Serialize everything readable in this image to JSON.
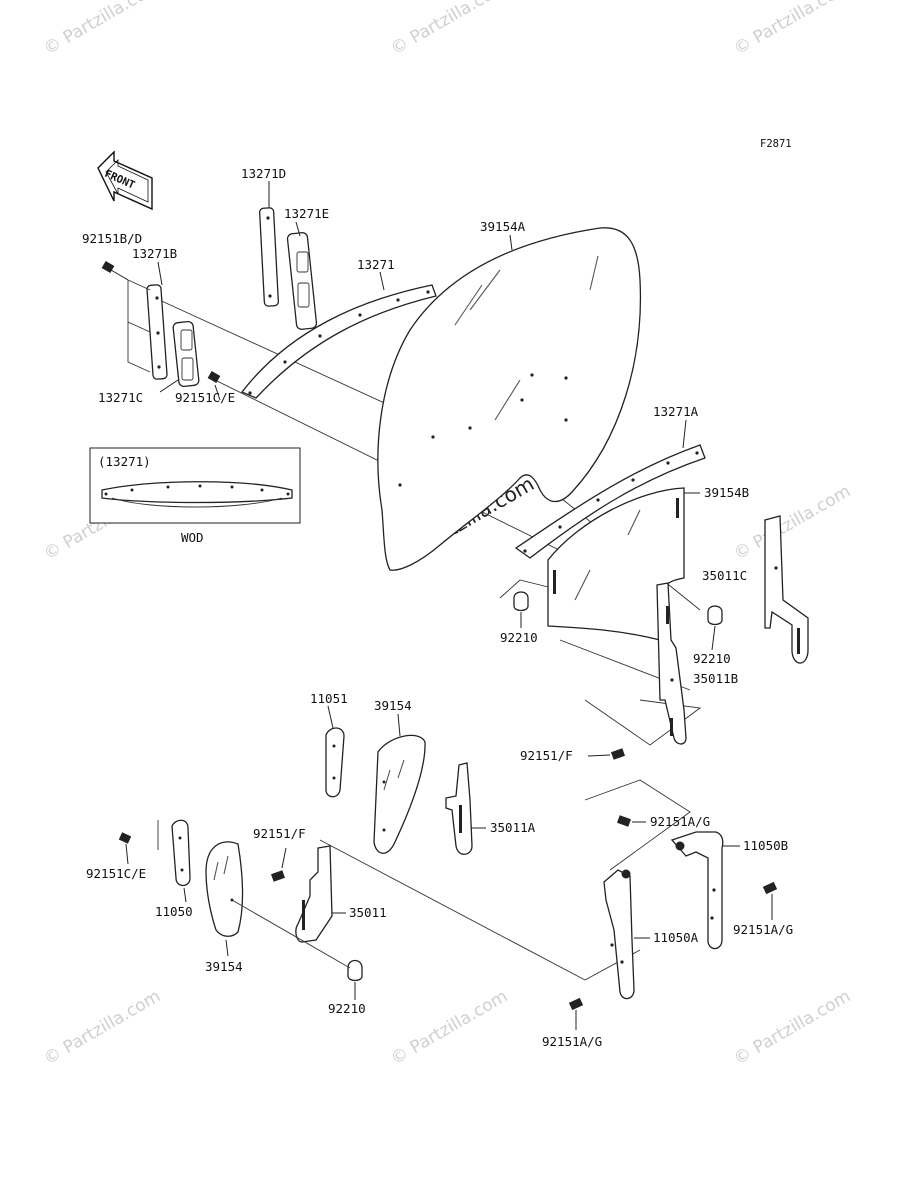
{
  "figure_code": "F2871",
  "front_label": "FRONT",
  "watermark": "© Partzilla.com",
  "inset": {
    "title": "(13271)",
    "caption": "WOD"
  },
  "labels": {
    "p13271D": "13271D",
    "p13271E": "13271E",
    "p39154A": "39154A",
    "p92151BD": "92151B/D",
    "p13271B": "13271B",
    "p13271": "13271",
    "p13271C": "13271C",
    "p92151CE_top": "92151C/E",
    "p13271A": "13271A",
    "p39154B": "39154B",
    "p35011C": "35011C",
    "p92210_left": "92210",
    "p92210_right": "92210",
    "p35011B": "35011B",
    "p11051": "11051",
    "p39154_mid": "39154",
    "p92151F_right": "92151/F",
    "p35011A": "35011A",
    "p92151AG_top": "92151A/G",
    "p11050B": "11050B",
    "p92151CE_bottom": "92151C/E",
    "p92151F_left": "92151/F",
    "p11050": "11050",
    "p35011": "35011",
    "p92151AG_right": "92151A/G",
    "p11050A": "11050A",
    "p39154_bottom": "39154",
    "p92210_bottom": "92210",
    "p92151AG_bottom": "92151A/G"
  }
}
